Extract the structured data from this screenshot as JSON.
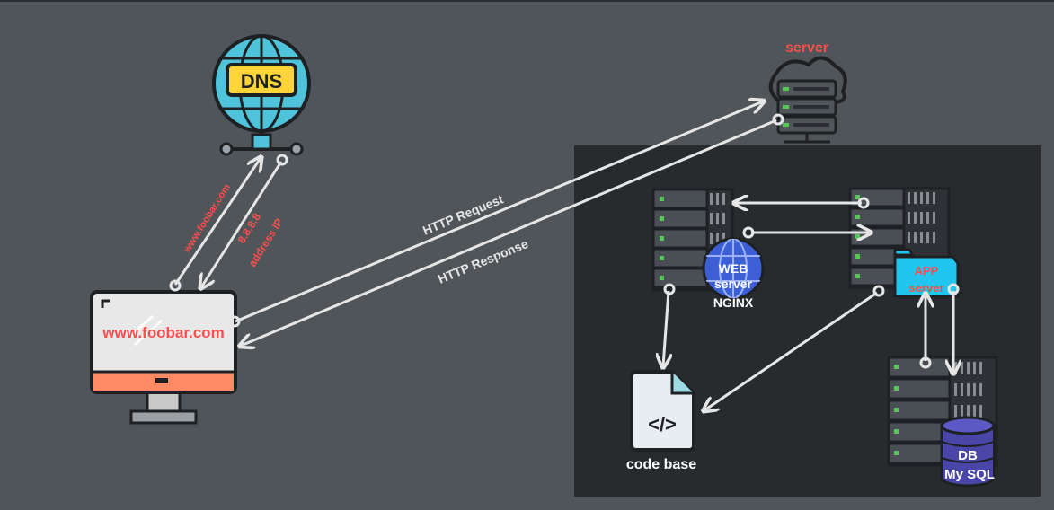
{
  "diagram": {
    "dns": {
      "label": "DNS"
    },
    "client": {
      "url": "www.foobar.com"
    },
    "request_label": "www.foobar.com",
    "response_label_line1": "8.8.8.8",
    "response_label_line2": "address IP",
    "server": {
      "label": "server"
    },
    "http_request": "HTTP Request",
    "http_response": "HTTP Response",
    "web_server": {
      "line1": "WEB",
      "line2": "server",
      "line3": "NGINX"
    },
    "app_server": {
      "line1": "APP",
      "line2": "server"
    },
    "database": {
      "line1": "DB",
      "line2": "My SQL"
    },
    "code_base": {
      "label": "code base",
      "glyph": "</>"
    }
  },
  "colors": {
    "background": "#4f5558",
    "panel": "#282b2e",
    "accent_red": "#ff4d4d",
    "arrow": "#e6e6e6",
    "dns_globe": "#4fc3d9",
    "dns_badge": "#ffd43b",
    "monitor_screen": "#e8e8e8",
    "monitor_base": "#ff8a65",
    "web_globe": "#3d5fd6",
    "app_folder": "#20c5f0",
    "db_cylinder": "#4a46a8"
  },
  "icons": [
    "globe-icon",
    "cloud-server-icon",
    "monitor-icon",
    "server-rack-icon",
    "folder-icon",
    "database-icon",
    "code-file-icon"
  ]
}
